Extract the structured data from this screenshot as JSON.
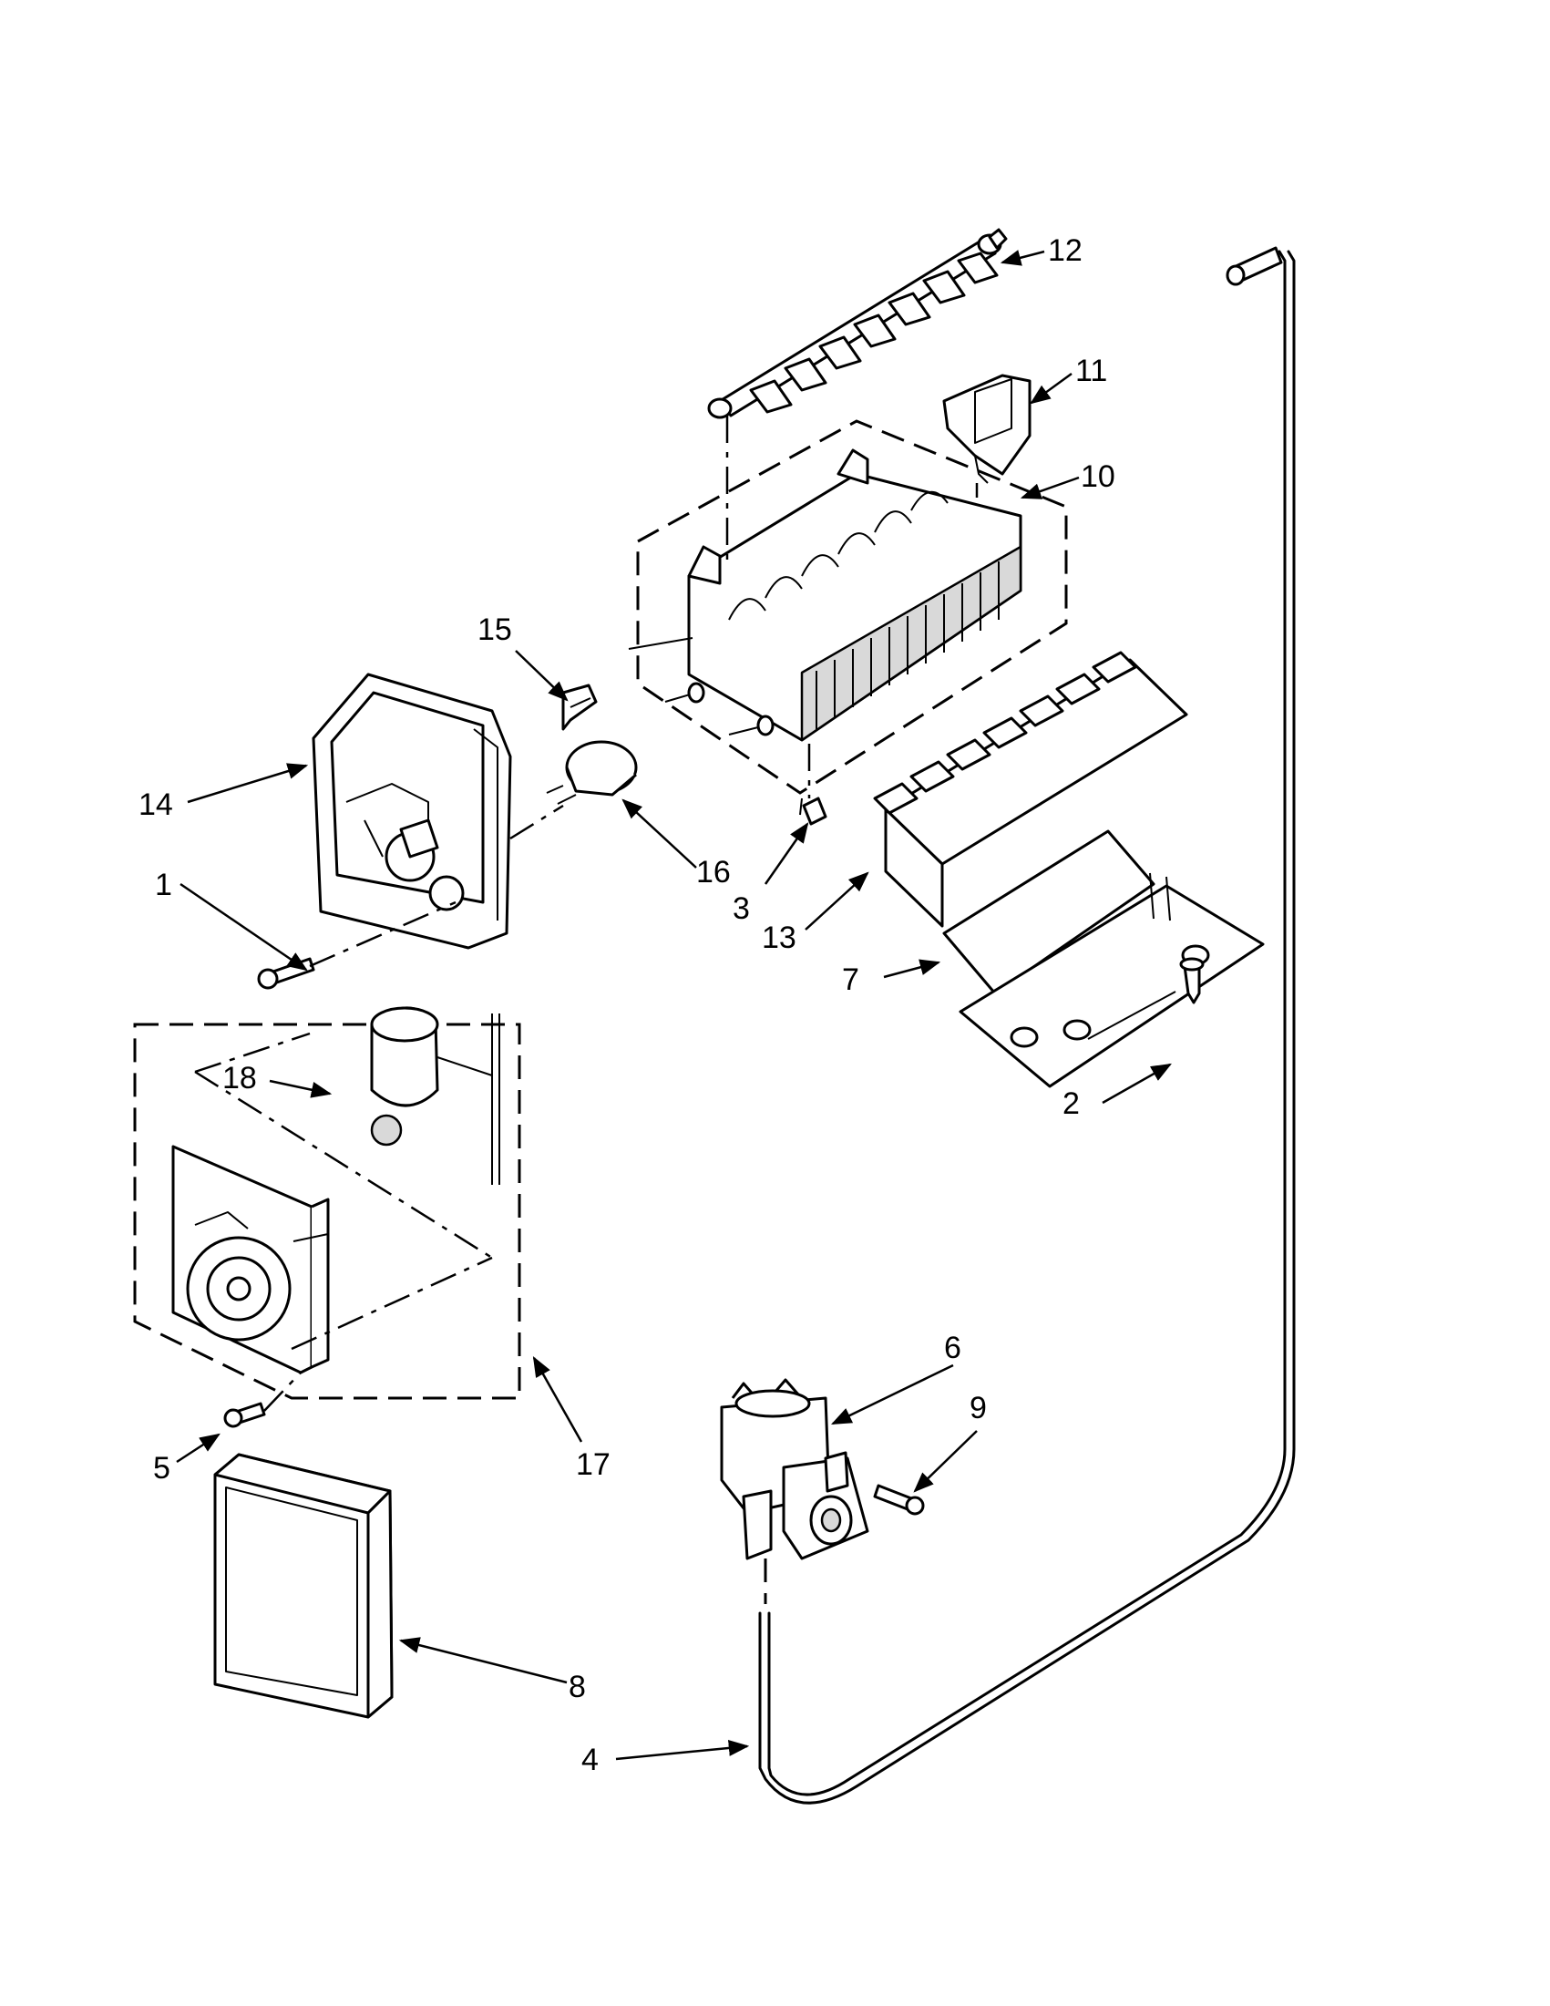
{
  "callouts": [
    {
      "id": "c1",
      "label": "1"
    },
    {
      "id": "c2",
      "label": "2"
    },
    {
      "id": "c3",
      "label": "3"
    },
    {
      "id": "c4",
      "label": "4"
    },
    {
      "id": "c5",
      "label": "5"
    },
    {
      "id": "c6",
      "label": "6"
    },
    {
      "id": "c7",
      "label": "7"
    },
    {
      "id": "c8",
      "label": "8"
    },
    {
      "id": "c9",
      "label": "9"
    },
    {
      "id": "c10",
      "label": "10"
    },
    {
      "id": "c11",
      "label": "11"
    },
    {
      "id": "c12",
      "label": "12"
    },
    {
      "id": "c13",
      "label": "13"
    },
    {
      "id": "c14",
      "label": "14"
    },
    {
      "id": "c15",
      "label": "15"
    },
    {
      "id": "c16",
      "label": "16"
    },
    {
      "id": "c17",
      "label": "17"
    },
    {
      "id": "c18",
      "label": "18"
    }
  ],
  "colors": {
    "ink": "#000000",
    "paper": "#ffffff",
    "shade": "#d9d9d9"
  }
}
